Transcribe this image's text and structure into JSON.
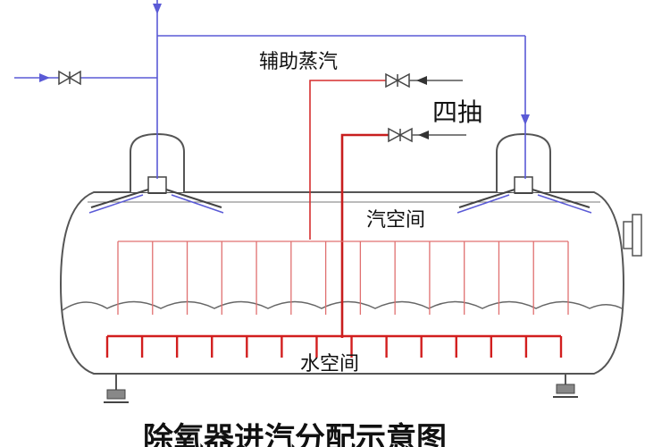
{
  "labels": {
    "aux_steam": "辅助蒸汽",
    "four_extraction": "四抽",
    "steam_space": "汽空间",
    "water_space": "水空间"
  },
  "title": "除氧器进汽分配示意图",
  "colors": {
    "vessel_outline": "#555555",
    "steam_pipe_blue": "#5a5ad6",
    "aux_steam_red": "#d62f2f",
    "four_extraction_red": "#c81e1e"
  }
}
